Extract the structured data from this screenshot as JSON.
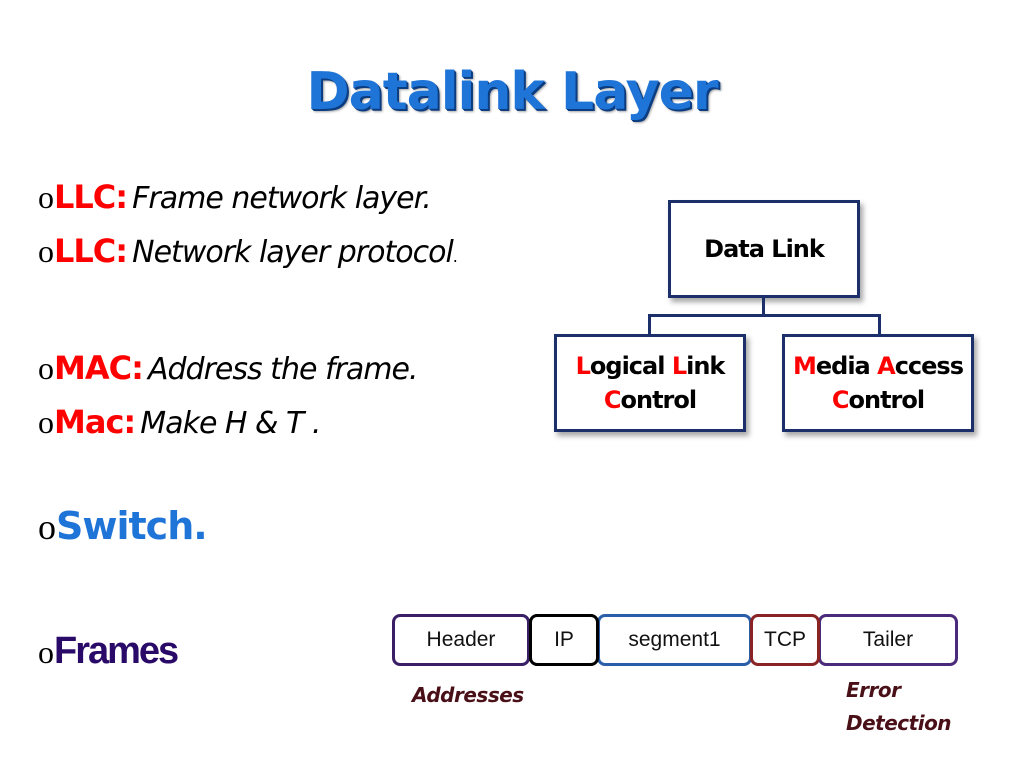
{
  "slide": {
    "title": "Datalink Layer",
    "bullets": {
      "b1": {
        "marker": "o",
        "label": "LLC:",
        "text": "Frame network layer."
      },
      "b2": {
        "marker": "o",
        "label": "LLC:",
        "text": "Network layer protocol",
        "suffix": "."
      },
      "b3": {
        "marker": "o",
        "label": "MAC:",
        "text": "Address the frame."
      },
      "b4": {
        "marker": "o",
        "label": "Mac:",
        "text": "Make H & T ."
      },
      "b5": {
        "marker": "o",
        "label": "Switch."
      },
      "b6": {
        "marker": "o",
        "label": "Frames"
      }
    },
    "diagram": {
      "root": "Data Link",
      "llc": {
        "l1": "L",
        "r1": "ogical ",
        "l2": "L",
        "r2": "ink",
        "l3": "C",
        "r3": "ontrol"
      },
      "mac": {
        "l1": "M",
        "r1": "edia ",
        "l2": "A",
        "r2": "ccess",
        "l3": "C",
        "r3": "ontrol"
      }
    },
    "frame": {
      "segments": [
        "Header",
        "IP",
        "segment1",
        "TCP",
        "Tailer"
      ],
      "caption_left": "Addresses",
      "caption_right_1": "Error",
      "caption_right_2": "Detection"
    }
  },
  "colors": {
    "title": "#1f74d8",
    "label_red": "#ff0000",
    "switch_blue": "#1f74d8",
    "frames_purple": "#2a0a68",
    "box_border": "#1b2f6a"
  }
}
